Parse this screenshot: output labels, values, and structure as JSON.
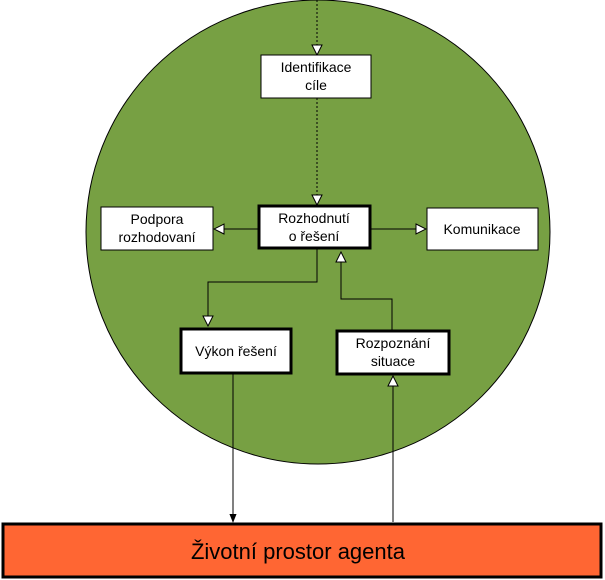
{
  "colors": {
    "circle_fill": "#77a043",
    "circle_stroke": "#000000",
    "box_fill": "#ffffff",
    "environment_fill": "#ff6633",
    "line": "#000000"
  },
  "nodes": {
    "identifikace": {
      "lines": [
        "Identifikace",
        "cíle"
      ]
    },
    "rozhodnuti": {
      "lines": [
        "Rozhodnutí",
        "o řešení"
      ]
    },
    "podpora": {
      "lines": [
        "Podpora",
        "rozhodovaní"
      ]
    },
    "komunikace": {
      "lines": [
        "Komunikace"
      ]
    },
    "vykon": {
      "lines": [
        "Výkon řešení"
      ]
    },
    "rozpoznani": {
      "lines": [
        "Rozpoznání",
        "situace"
      ]
    }
  },
  "environment": {
    "label": "Životní prostor agenta"
  }
}
